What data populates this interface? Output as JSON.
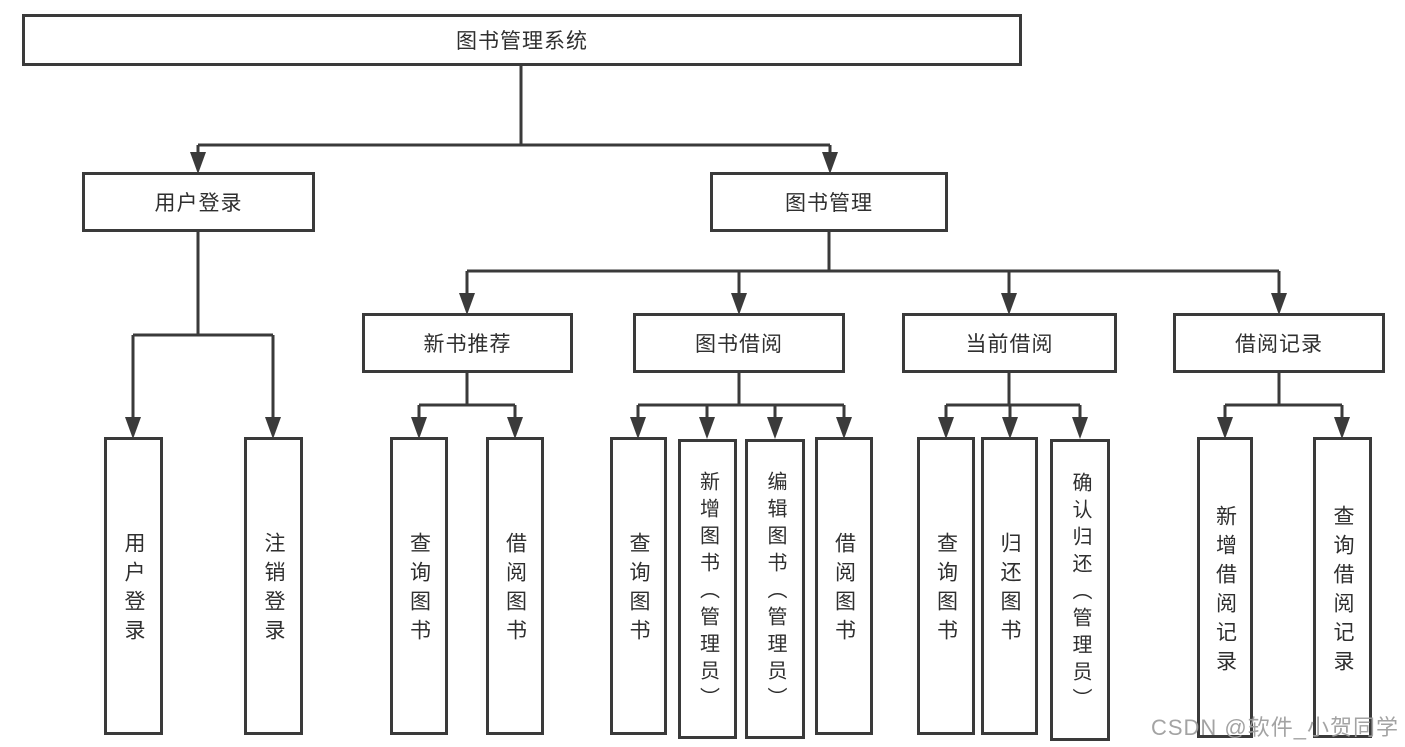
{
  "colors": {
    "line": "#3a3a3a",
    "text": "#2f2f2f",
    "background": "#ffffff",
    "watermark": "#9e9e9e"
  },
  "root": {
    "label": "图书管理系统"
  },
  "level2": {
    "user_login": "用户登录",
    "book_management": "图书管理"
  },
  "level3": {
    "new_book_recommend": "新书推荐",
    "book_borrow": "图书借阅",
    "current_borrow": "当前借阅",
    "borrow_records": "借阅记录"
  },
  "leaves": {
    "user_login": [
      "用户登录",
      "注销登录"
    ],
    "new_book_recommend": [
      "查询图书",
      "借阅图书"
    ],
    "book_borrow": [
      "查询图书",
      "新增图书（管理员）",
      "编辑图书（管理员）",
      "借阅图书"
    ],
    "current_borrow": [
      "查询图书",
      "归还图书",
      "确认归还（管理员）"
    ],
    "borrow_records": [
      "新增借阅记录",
      "查询借阅记录"
    ]
  },
  "watermark": "CSDN @软件_小贺同学"
}
